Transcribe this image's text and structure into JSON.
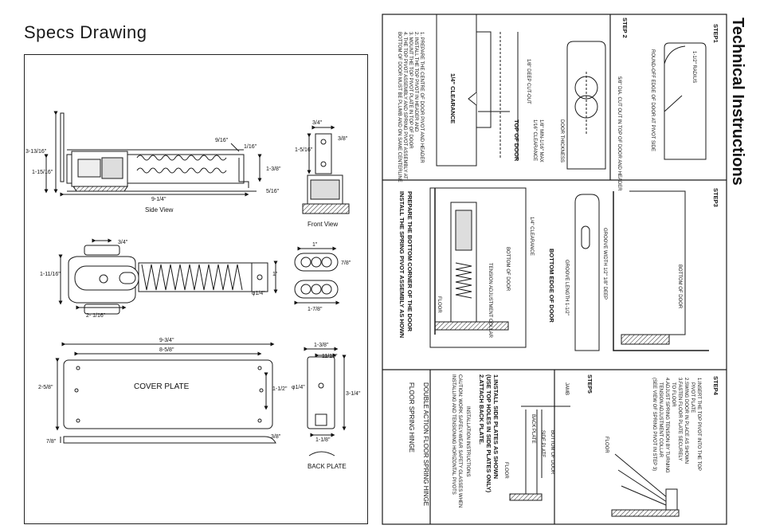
{
  "specs": {
    "title": "Specs Drawing",
    "side_view": {
      "label": "Side View",
      "dims": [
        "3-13/16\"",
        "1-15/16\"",
        "9/16\"",
        "1/16\"",
        "1-3/8\"",
        "5/16\"",
        "9-1/4\""
      ]
    },
    "front_view": {
      "label": "Front View",
      "dims": [
        "3/4\"",
        "3/8\"",
        "1-5/16\""
      ]
    },
    "top_view": {
      "dims": [
        "3/4\"",
        "1-11/16\"",
        "2- 1/16\"",
        "1\"",
        "φ1/4\""
      ]
    },
    "pivot_plates": {
      "dims": [
        "1\"",
        "7/8\"",
        "1-7/8\""
      ]
    },
    "cover_plate": {
      "label": "COVER PLATE",
      "dims": [
        "9-3/4\"",
        "8-5/8\"",
        "2-5/8\"",
        "1-1/2\"",
        "7/8\"",
        "3/8\""
      ]
    },
    "back_plate": {
      "label": "BACK PLATE",
      "dims": [
        "1-3/8\"",
        "11/16\"",
        "φ1/4\"",
        "3-1/4\"",
        "1-1/8\""
      ]
    }
  },
  "tech": {
    "title": "Technical Instructions",
    "step1": {
      "label": "STEP1",
      "notes": [
        "1-1/2\" RADIUS",
        "ROUND-OFF EDGE OF DOOR AT PIVOT SIDE"
      ]
    },
    "step2": {
      "label": "STEP 2",
      "notes": [
        "5/8\" DIA. CUT OUT IN TOP OF DOOR AND HEADER",
        "DOOR THICKNESS",
        "TOP OF DOOR",
        "1/4\" CLEARANCE",
        "1/8\" DEEP CUT-OUT",
        "1/16\" CLEARANCE",
        "1/8\" MIN-1/16\" MAX"
      ],
      "instructions": [
        "1. PREPARE THE CENTRE OF DOOR PIVOT AND HEADER",
        "2. INSTALL THE TOP PIVOT IN HEADER AND",
        "3. MOUNT THE TOP PIVOT PLATE IN TOP OF DOOR",
        "4. THE TOP PIVOT ASSEMBLY AND SPRING PIVOT ASSEMBLY AT",
        "BOTTOM OF DOOR MUST BE PLUMB AND ON SAME CENTERLINE"
      ]
    },
    "step3": {
      "label": "STEP3",
      "notes": [
        "1/4\" CLEARANCE",
        "BOTTOM OF DOOR",
        "TENSION ADJUSTMENT COLLAR",
        "FLOOR",
        "GROOVE WIDTH 1/2\" 1/8\" DEEP",
        "GROOVE LENGTH 1-1/2\"",
        "BOTTOM EDGE OF DOOR"
      ],
      "instructions": [
        "PREPARE THE BOTTOM CORNER OF THE DOOR",
        "INSTALL THE SPRING PIVOT ASSEMBLY AS HOWN"
      ]
    },
    "step4": {
      "label": "STEP4",
      "instructions": [
        "1.INSERT THE TOP PIVOT INTO THE TOP",
        "PIVOT PLATE",
        "2.SWING DOOR IN PLACE AS SHOWN",
        "3.FASTEN FLOOR PLATE SECURELY",
        "TO FLOOR",
        "4.ADJUST SPRING TENSION BY TURNING",
        "TENSION ADJUSTMENT COLLAR",
        "(SEE VIEW OF SPRING PIVOT IN STEP 3)"
      ],
      "notes": [
        "FLOOR"
      ]
    },
    "step5": {
      "label": "STEP5",
      "instructions": [
        "1.INSTALL SIDE PLATES AS SHOWN",
        "(USE TOP HOLES IN SIDE PLATES ONLY)",
        "2.ATTACH BACK PLATE."
      ],
      "notes": [
        "FLOOR",
        "BOTTOM OF DOOR",
        "SIDE PLATE",
        "BACK PLATE",
        "JAMB"
      ],
      "install_title": "INSTALLATION INSTRUCTIONS",
      "caution": [
        "CAUTION: WORK SAFELY-WEAR SAFETY GLASSES WHEN",
        "INSTALLING AND TENSIONING HORIZONTAL PIVOTS"
      ]
    },
    "product": {
      "name": "DOUBLE ACTION FLOOR SPRING HINGE",
      "subtitle": "FLOOR SPRING HINGE"
    }
  },
  "colors": {
    "line": "#1a1a1a",
    "background": "#ffffff"
  }
}
